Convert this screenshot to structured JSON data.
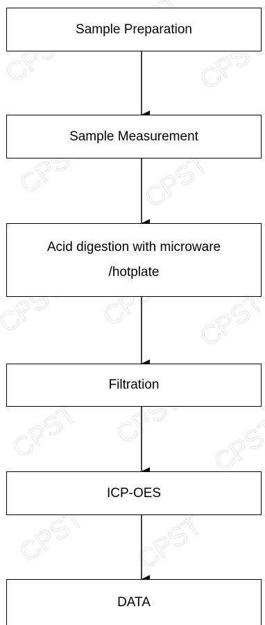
{
  "flowchart": {
    "steps": [
      {
        "lines": [
          "Sample Preparation"
        ]
      },
      {
        "lines": [
          "Sample Measurement"
        ]
      },
      {
        "lines": [
          "Acid digestion with microware",
          "/hotplate"
        ]
      },
      {
        "lines": [
          "Filtration"
        ]
      },
      {
        "lines": [
          "ICP-OES"
        ]
      },
      {
        "lines": [
          "DATA"
        ]
      }
    ]
  },
  "watermark": {
    "text": "CPST",
    "color": "#e6e6e6"
  },
  "colors": {
    "line": "#000000",
    "box_border": "#000000",
    "background": "#ffffff",
    "text": "#000000"
  }
}
